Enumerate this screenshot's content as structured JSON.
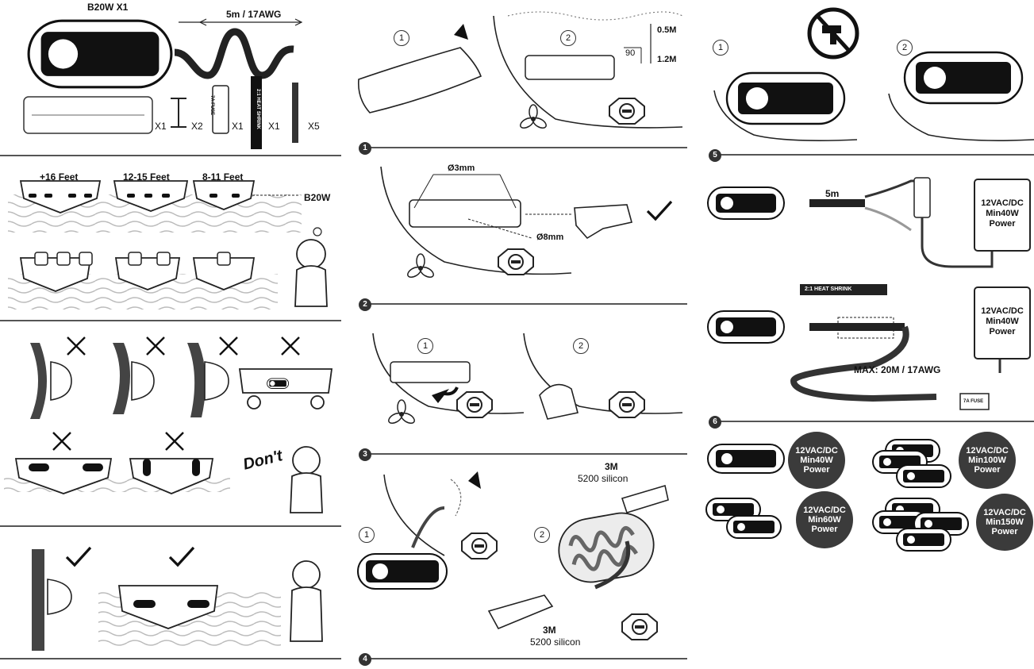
{
  "kit": {
    "title": "B20W X1",
    "cable": "5m / 17AWG",
    "parts": [
      {
        "name": "template",
        "qty": "X1"
      },
      {
        "name": "screws",
        "qty": "X2"
      },
      {
        "name": "fuse",
        "qty": "X1",
        "label": "7A FUSE"
      },
      {
        "name": "heat-shrink",
        "qty": "X1",
        "label": "2:1 HEAT SHRINK"
      },
      {
        "name": "connectors",
        "qty": "X5"
      }
    ]
  },
  "placement": {
    "boat_lengths": [
      "+16 Feet",
      "12-15 Feet",
      "8-11 Feet"
    ],
    "model": "B20W"
  },
  "dont_label": "Don't",
  "steps": {
    "step1": {
      "num": "1",
      "sub": [
        "1",
        "2"
      ],
      "depth_top": "0.5M",
      "depth_bottom": "1.2M",
      "angle": "90"
    },
    "step2": {
      "num": "2",
      "hole_small": "Ø3mm",
      "hole_large": "Ø8mm"
    },
    "step3": {
      "num": "3",
      "sub": [
        "1",
        "2"
      ]
    },
    "step4": {
      "num": "4",
      "sub": [
        "1",
        "2"
      ],
      "sealant_top_1": "3M",
      "sealant_top_2": "5200 silicon",
      "sealant_bottom_1": "3M",
      "sealant_bottom_2": "5200 silicon"
    },
    "step5": {
      "num": "5",
      "sub": [
        "1",
        "2"
      ]
    },
    "step6": {
      "num": "6",
      "cable": "5m",
      "heat_shrink": "2:1 HEAT SHRINK",
      "max_run": "MAX: 20M / 17AWG",
      "fuse": "7A FUSE",
      "psu1": [
        "12VAC/DC",
        "Min40W",
        "Power"
      ],
      "psu2": [
        "12VAC/DC",
        "Min40W",
        "Power"
      ]
    }
  },
  "power_table": [
    {
      "lights": 1,
      "lines": [
        "12VAC/DC",
        "Min40W",
        "Power"
      ]
    },
    {
      "lights": 3,
      "lines": [
        "12VAC/DC",
        "Min100W",
        "Power"
      ]
    },
    {
      "lights": 2,
      "lines": [
        "12VAC/DC",
        "Min60W",
        "Power"
      ]
    },
    {
      "lights": 4,
      "lines": [
        "12VAC/DC",
        "Min150W",
        "Power"
      ]
    }
  ]
}
